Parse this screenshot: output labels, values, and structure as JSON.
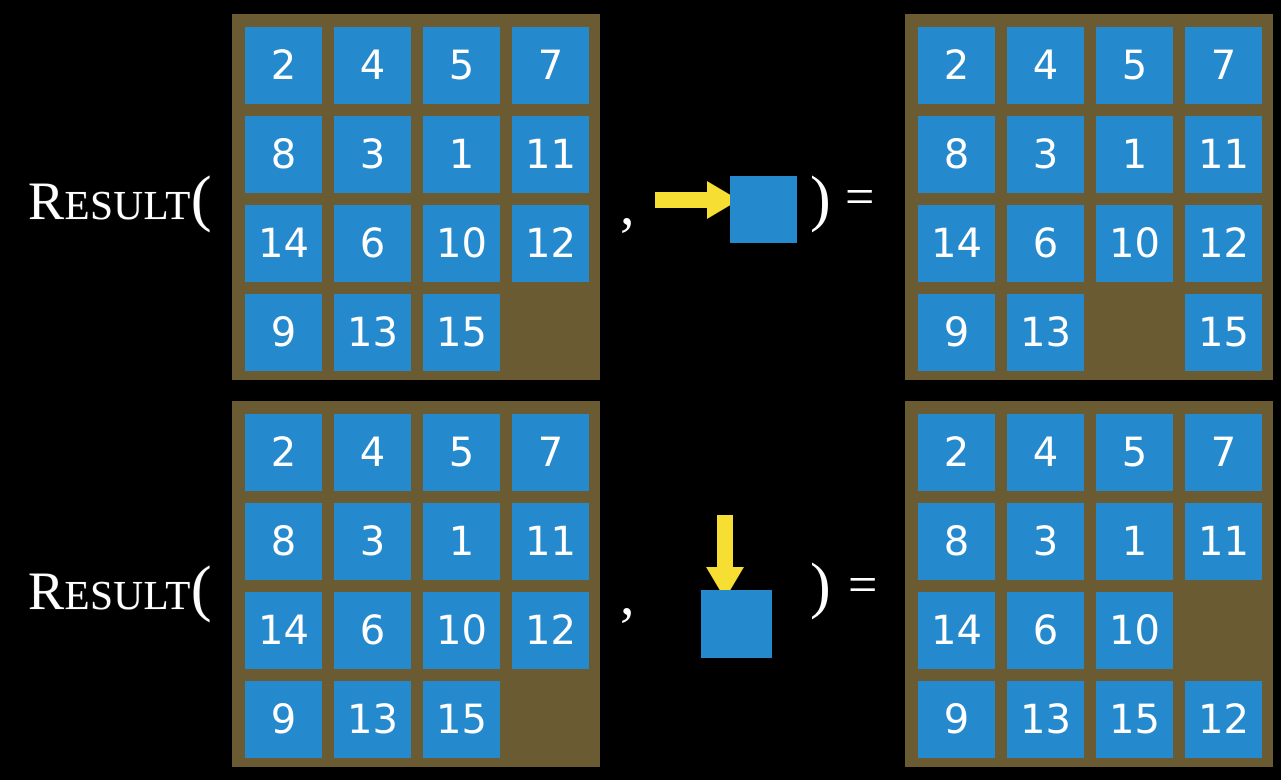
{
  "page": {
    "background_color": "#000000",
    "tile_color": "#2589ce",
    "board_color": "#6b5b33",
    "arrow_color": "#f7de33",
    "text_color": "#ffffff"
  },
  "labels": {
    "result_prefix_big": "R",
    "result_prefix_small": "ESULT",
    "open_paren": "(",
    "comma": ",",
    "close_paren": ")",
    "equals": "="
  },
  "equations": [
    {
      "id": "equation-move-right",
      "label": "RESULT(",
      "input_board": {
        "name": "input-board-top",
        "rows": 4,
        "cols": 4,
        "cells": [
          [
            "2",
            "4",
            "5",
            "7"
          ],
          [
            "8",
            "3",
            "1",
            "11"
          ],
          [
            "14",
            "6",
            "10",
            "12"
          ],
          [
            "9",
            "13",
            "15",
            ""
          ]
        ]
      },
      "action": {
        "name": "slide-right-action",
        "direction": "right",
        "arrow_icon": "arrow-right-icon",
        "tile_label": ""
      },
      "output_board": {
        "name": "output-board-top",
        "rows": 4,
        "cols": 4,
        "cells": [
          [
            "2",
            "4",
            "5",
            "7"
          ],
          [
            "8",
            "3",
            "1",
            "11"
          ],
          [
            "14",
            "6",
            "10",
            "12"
          ],
          [
            "9",
            "13",
            "",
            "15"
          ]
        ]
      }
    },
    {
      "id": "equation-move-down",
      "label": "RESULT(",
      "input_board": {
        "name": "input-board-bottom",
        "rows": 4,
        "cols": 4,
        "cells": [
          [
            "2",
            "4",
            "5",
            "7"
          ],
          [
            "8",
            "3",
            "1",
            "11"
          ],
          [
            "14",
            "6",
            "10",
            "12"
          ],
          [
            "9",
            "13",
            "15",
            ""
          ]
        ]
      },
      "action": {
        "name": "slide-down-action",
        "direction": "down",
        "arrow_icon": "arrow-down-icon",
        "tile_label": ""
      },
      "output_board": {
        "name": "output-board-bottom",
        "rows": 4,
        "cols": 4,
        "cells": [
          [
            "2",
            "4",
            "5",
            "7"
          ],
          [
            "8",
            "3",
            "1",
            "11"
          ],
          [
            "14",
            "6",
            "10",
            ""
          ],
          [
            "9",
            "13",
            "15",
            "12"
          ]
        ]
      }
    }
  ]
}
